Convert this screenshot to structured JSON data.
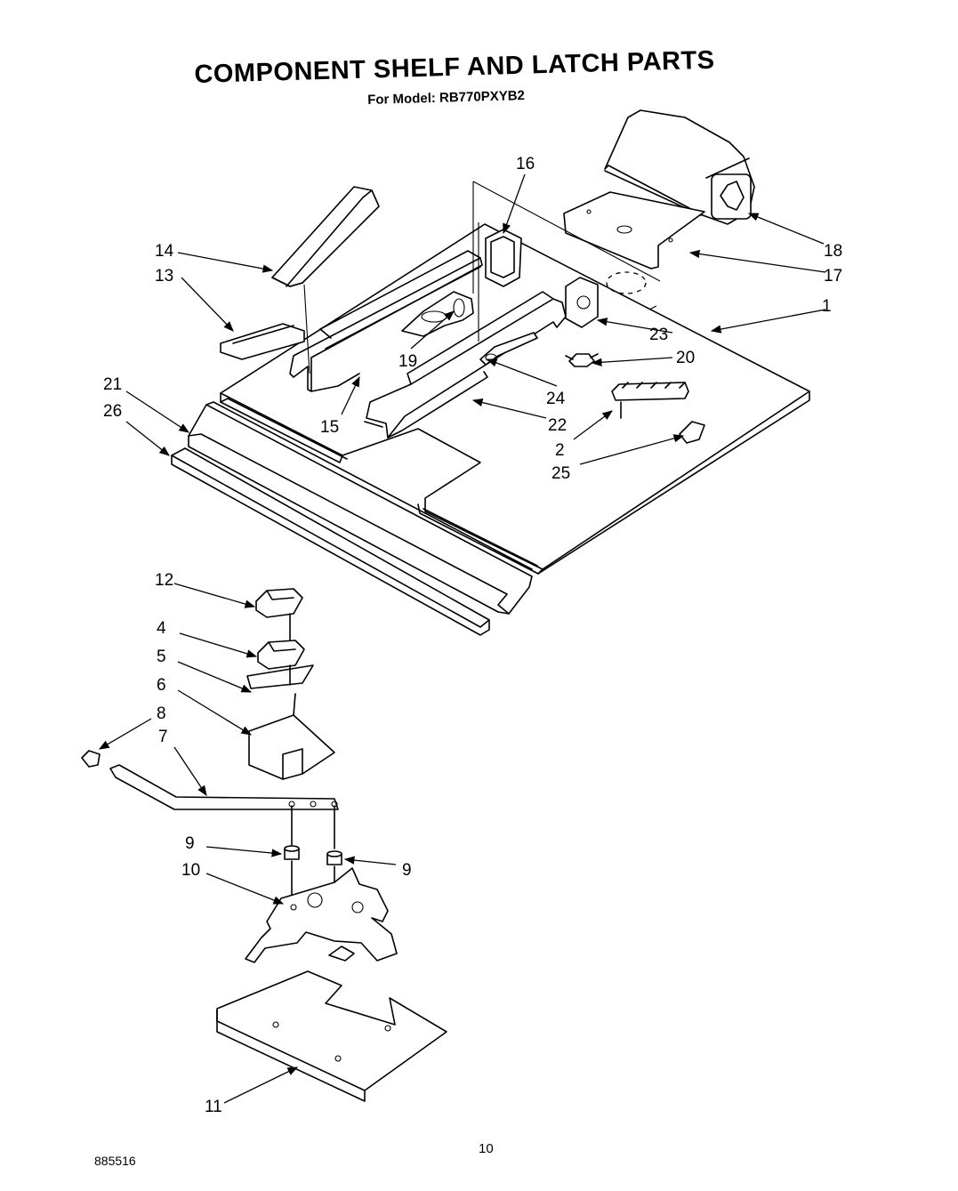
{
  "header": {
    "title": "COMPONENT SHELF AND LATCH PARTS",
    "subtitle": "For Model: RB770PXYB2"
  },
  "footer": {
    "page_number": "10",
    "document_number": "885516"
  },
  "callouts": [
    "1",
    "2",
    "4",
    "5",
    "6",
    "7",
    "8",
    "9",
    "9",
    "10",
    "11",
    "12",
    "13",
    "14",
    "15",
    "16",
    "17",
    "18",
    "19",
    "20",
    "21",
    "22",
    "23",
    "24",
    "25",
    "26"
  ]
}
